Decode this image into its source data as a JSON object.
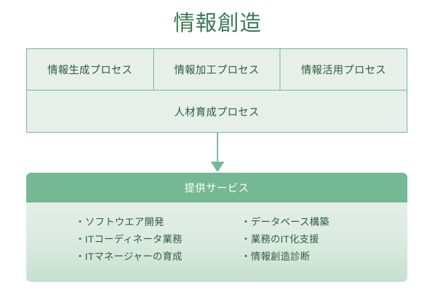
{
  "title": "情報創造",
  "colors": {
    "title_text": "#3a7a55",
    "table_border": "#72b392",
    "table_fill": "#e7efe9",
    "cell_text": "#2f5d42",
    "accent_green": "#74b894",
    "arrow": "#78b795",
    "panel_body_top": "#e3eee7",
    "panel_body_bottom": "#c6e0cf",
    "header_text": "#ffffff",
    "canvas": "#ffffff"
  },
  "process_table": {
    "rows": [
      {
        "cells": [
          {
            "label": "情報生成プロセス"
          },
          {
            "label": "情報加工プロセス"
          },
          {
            "label": "情報活用プロセス"
          }
        ]
      },
      {
        "cells": [
          {
            "label": "人材育成プロセス"
          }
        ]
      }
    ]
  },
  "service_panel": {
    "header": "提供サービス",
    "columns": [
      {
        "items": [
          "・ソフトウエア開発",
          "・ITコーディネータ業務",
          "・ITマネージャーの育成"
        ]
      },
      {
        "items": [
          "・データベース構築",
          "・業務のIT化支援",
          "・情報創造診断"
        ]
      }
    ]
  }
}
